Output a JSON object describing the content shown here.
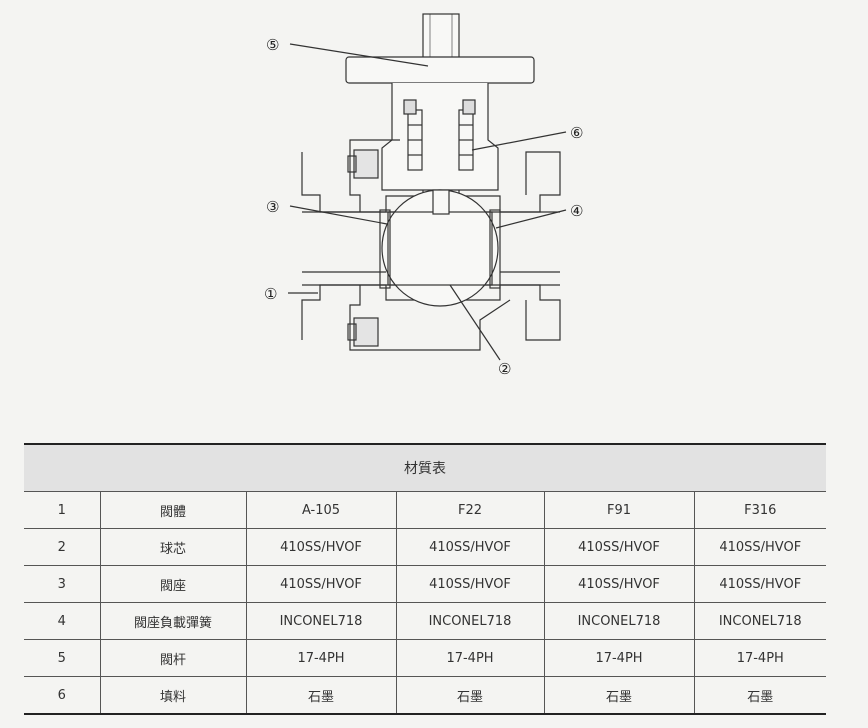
{
  "diagram": {
    "callouts": [
      "⑤",
      "⑥",
      "③",
      "④",
      "①",
      "②"
    ]
  },
  "table": {
    "title": "材質表",
    "rows": [
      [
        "1",
        "閥體",
        "A-105",
        "F22",
        "F91",
        "F316"
      ],
      [
        "2",
        "球芯",
        "410SS/HVOF",
        "410SS/HVOF",
        "410SS/HVOF",
        "410SS/HVOF"
      ],
      [
        "3",
        "閥座",
        "410SS/HVOF",
        "410SS/HVOF",
        "410SS/HVOF",
        "410SS/HVOF"
      ],
      [
        "4",
        "閥座負載彈簧",
        "INCONEL718",
        "INCONEL718",
        "INCONEL718",
        "INCONEL718"
      ],
      [
        "5",
        "閥杆",
        "17-4PH",
        "17-4PH",
        "17-4PH",
        "17-4PH"
      ],
      [
        "6",
        "填料",
        "石墨",
        "石墨",
        "石墨",
        "石墨"
      ]
    ]
  },
  "colors": {
    "background": "#f4f4f2",
    "header_fill": "#e2e2e2",
    "line": "#333333"
  }
}
